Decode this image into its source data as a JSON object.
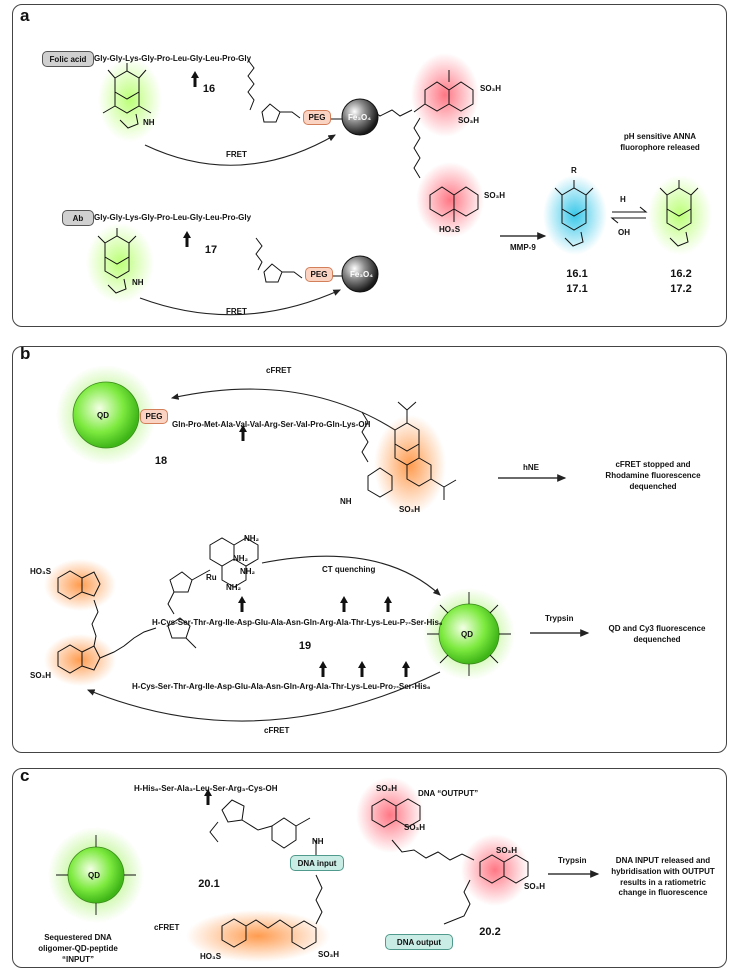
{
  "panels": {
    "a": {
      "label": "a",
      "folic_acid": "Folic acid",
      "ab": "Ab",
      "peptide_16": "Gly-Gly-Lys-Gly-Pro-Leu-Gly-Leu-Pro-Gly",
      "peptide_17": "Gly-Gly-Lys-Gly-Pro-Leu-Gly-Leu-Pro-Gly",
      "label_16": "16",
      "label_17": "17",
      "nh_16": "NH",
      "nh_17": "NH",
      "peg": "PEG",
      "fe3o4": "Fe₃O₄",
      "fret_1": "FRET",
      "fret_2": "FRET",
      "so3h_1": "SO₃H",
      "so3h_2": "SO₃H",
      "so3h_3": "SO₃H",
      "ho3s": "HO₃S",
      "mmp9": "MMP-9",
      "released_caption": "pH sensitive ANNA fluorophore released",
      "h_plus": "H",
      "oh_minus": "OH",
      "r": "R",
      "n161": "16.1",
      "n171": "17.1",
      "n162": "16.2",
      "n172": "17.2"
    },
    "b": {
      "label": "b",
      "qd": "QD",
      "peg": "PEG",
      "peptide_18": "Gln-Pro-Met-Ala-Val-Val-Arg-Ser-Val-Pro-Gln-Lys-OH",
      "label_18": "18",
      "cfret_top": "cFRET",
      "hne": "hNE",
      "hne_result": "cFRET stopped and Rhodamine fluorescence dequenched",
      "so3h": "SO₃H",
      "nh": "NH",
      "ho3s_1": "HO₃S",
      "so3h_left": "SO₃H",
      "ct_quenching": "CT quenching",
      "nh2_1": "NH₂",
      "nh2_2": "NH₂",
      "nh2_3": "NH₂",
      "nh2_4": "NH₂",
      "ru": "Ru",
      "peptide_19_top": "H-Cys-Ser-Thr-Arg-Ile-Asp-Glu-Ala-Asn-Gln-Arg-Ala-Thr-Lys-Leu-P₇-Ser-His₆",
      "peptide_19_bottom": "H-Cys-Ser-Thr-Arg-Ile-Asp-Glu-Ala-Asn-Gln-Arg-Ala-Thr-Lys-Leu-Pro₇-Ser-His₆",
      "label_19": "19",
      "qd2": "QD",
      "trypsin": "Trypsin",
      "trypsin_result": "QD and Cy3 fluorescence dequenched",
      "cfret_bottom": "cFRET"
    },
    "c": {
      "label": "c",
      "peptide_20": "H-His₆-Ser-Ala₃-Leu-Ser-Arg₃-Cys-OH",
      "qd": "QD",
      "dna_input": "DNA input",
      "dna_output_box": "DNA  output",
      "dna_output_caption": "DNA “OUTPUT”",
      "label_201": "20.1",
      "label_202": "20.2",
      "cfret": "cFRET",
      "sequestered": "Sequestered DNA oligomer-QD-peptide “INPUT”",
      "trypsin": "Trypsin",
      "result": "DNA INPUT released and hybridisation with OUTPUT results in  a ratiometric change in fluorescence",
      "so3h_1": "SO₃H",
      "so3h_2": "SO₃H",
      "so3h_3": "SO₃H",
      "so3h_4": "SO₃H",
      "so3h_5": "SO₃H",
      "ho3s": "HO₃S",
      "nh": "NH"
    }
  }
}
